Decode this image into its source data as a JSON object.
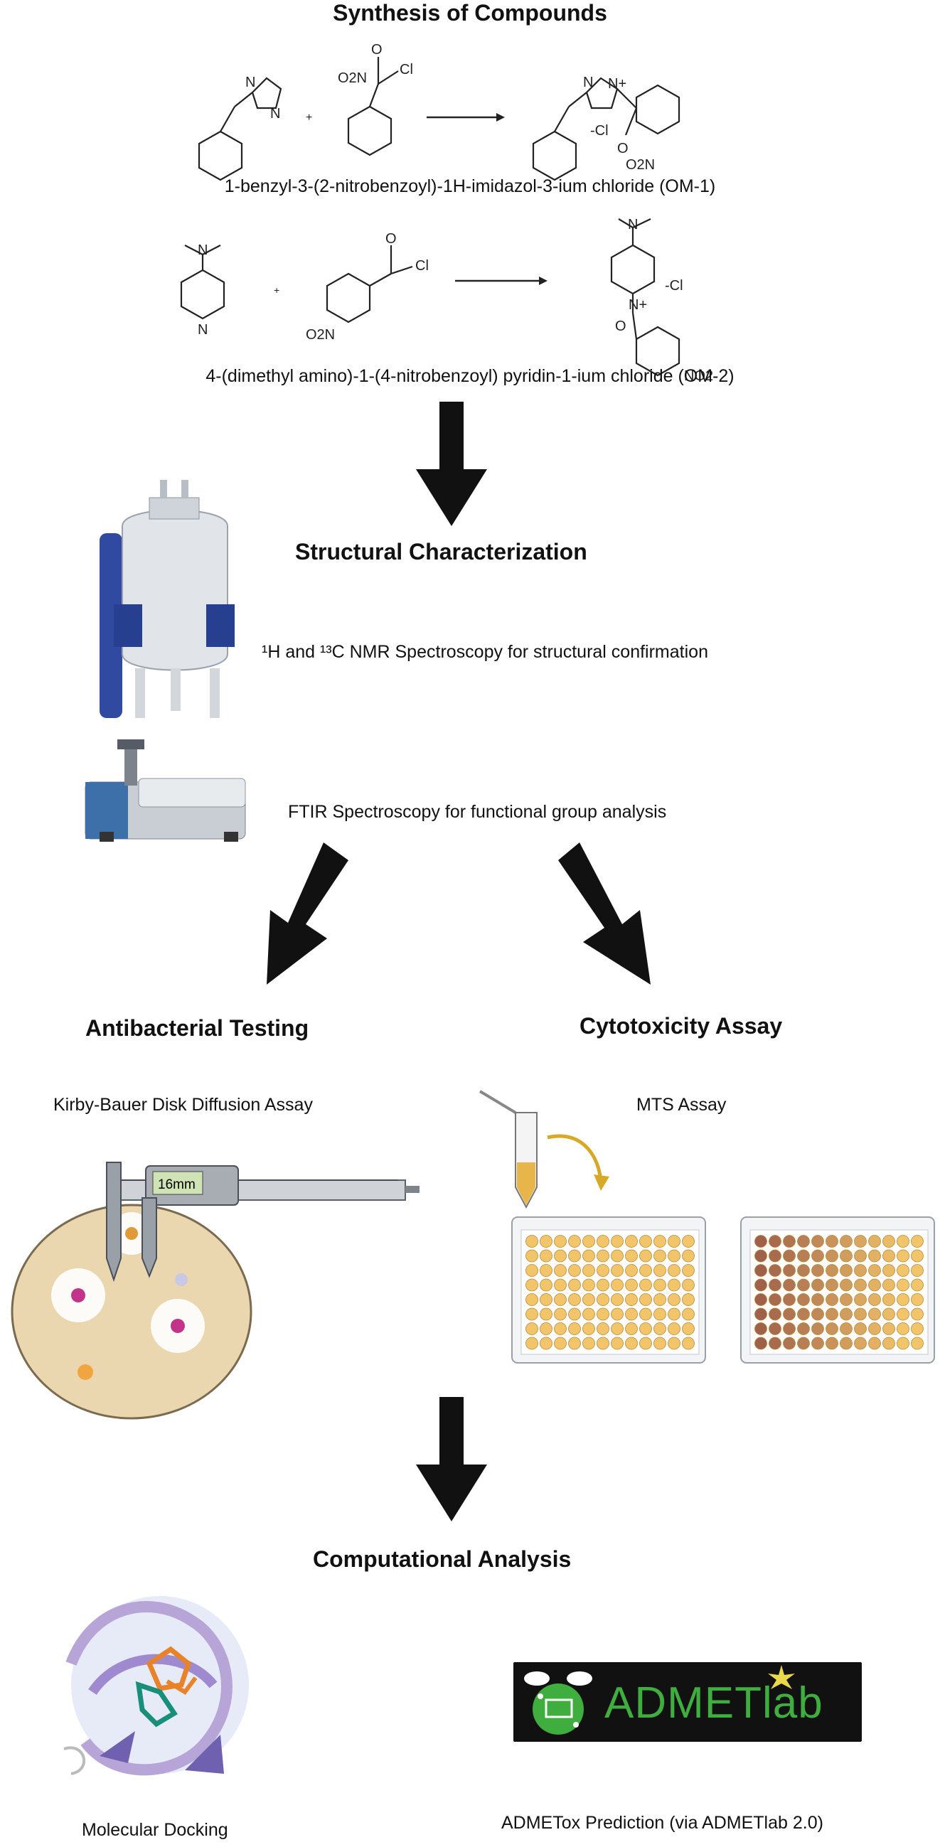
{
  "synthesis": {
    "title": "Synthesis of Compounds",
    "om1_caption": "1-benzyl-3-(2-nitrobenzoyl)-1H-imidazol-3-ium chloride (OM-1)",
    "om2_caption": "4-(dimethyl amino)-1-(4-nitrobenzoyl) pyridin-1-ium chloride (OM-2)",
    "plus": "+",
    "atoms": {
      "n": "N",
      "n_plus": "N+",
      "o": "O",
      "cl": "Cl",
      "cl_minus": "-Cl",
      "o2n": "O2N",
      "no2": "NO2"
    }
  },
  "structural": {
    "title": "Structural Characterization",
    "nmr_text": "¹H and ¹³C NMR Spectroscopy for structural confirmation",
    "ftir_text": "FTIR Spectroscopy for functional group analysis"
  },
  "antibacterial": {
    "title": "Antibacterial Testing",
    "subtitle": "Kirby-Bauer Disk Diffusion Assay",
    "caliper_reading": "16mm"
  },
  "cytotoxicity": {
    "title": "Cytotoxicity Assay",
    "subtitle": "MTS Assay"
  },
  "computational": {
    "title": "Computational Analysis",
    "docking_label": "Molecular Docking",
    "admet_label": "ADMETox Prediction (via ADMETlab 2.0)",
    "logo_text": "ADMETlab"
  },
  "colors": {
    "arrow": "#111111",
    "nmr_blue": "#2f4aa0",
    "agar": "#ead7b0",
    "well_yellow": "#f2c56a",
    "well_brown": "#a0614a",
    "logo_bg": "#111111",
    "logo_green": "#3fae3f"
  }
}
